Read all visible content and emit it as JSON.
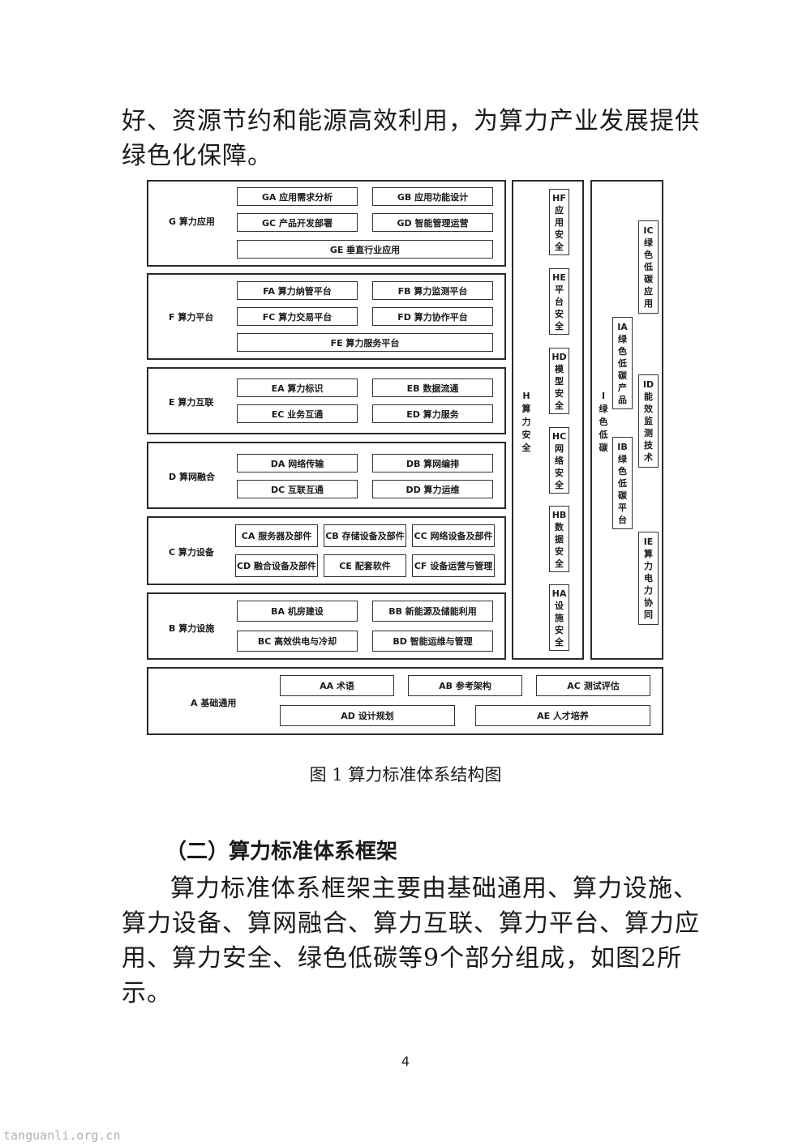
{
  "intro_text": "好、资源节约和能源高效利用，为算力产业发展提供绿色化保障。",
  "diagram": {
    "layers": {
      "G": {
        "label": "G 算力应用",
        "items": [
          "GA 应用需求分析",
          "GB 应用功能设计",
          "GC 产品开发部署",
          "GD 智能管理运营",
          "GE 垂直行业应用"
        ]
      },
      "F": {
        "label": "F 算力平台",
        "items": [
          "FA 算力纳管平台",
          "FB 算力监测平台",
          "FC 算力交易平台",
          "FD 算力协作平台",
          "FE 算力服务平台"
        ]
      },
      "E": {
        "label": "E 算力互联",
        "items": [
          "EA 算力标识",
          "EB 数据流通",
          "EC 业务互通",
          "ED 算力服务"
        ]
      },
      "D": {
        "label": "D 算网融合",
        "items": [
          "DA 网络传输",
          "DB 算网编排",
          "DC 互联互通",
          "DD 算力运维"
        ]
      },
      "C": {
        "label": "C 算力设备",
        "items": [
          "CA 服务器及部件",
          "CB 存储设备及部件",
          "CC 网络设备及部件",
          "CD 融合设备及部件",
          "CE 配套软件",
          "CF 设备运营与管理"
        ]
      },
      "B": {
        "label": "B 算力设施",
        "items": [
          "BA 机房建设",
          "BB 新能源及储能利用",
          "BC 高效供电与冷却",
          "BD 智能运维与管理"
        ]
      },
      "A": {
        "label": "A 基础通用",
        "items": [
          "AA 术语",
          "AB 参考架构",
          "AC 测试评估",
          "AD 设计规划",
          "AE 人才培养"
        ]
      }
    },
    "security": {
      "code": "H",
      "label": "算力安全",
      "items": [
        {
          "code": "HF",
          "text": "应用安全"
        },
        {
          "code": "HE",
          "text": "平台安全"
        },
        {
          "code": "HD",
          "text": "模型安全"
        },
        {
          "code": "HC",
          "text": "网络安全"
        },
        {
          "code": "HB",
          "text": "数据安全"
        },
        {
          "code": "HA",
          "text": "设施安全"
        }
      ]
    },
    "green": {
      "code": "I",
      "label": "绿色低碳",
      "items": [
        {
          "code": "IC",
          "text": "绿色低碳应用"
        },
        {
          "code": "IA",
          "text": "绿色低碳产品"
        },
        {
          "code": "ID",
          "text": "能效监测技术"
        },
        {
          "code": "IB",
          "text": "绿色低碳平台"
        },
        {
          "code": "IE",
          "text": "算力电力协同"
        }
      ]
    }
  },
  "caption": "图 1  算力标准体系结构图",
  "section_heading": "（二）算力标准体系框架",
  "body_text": "算力标准体系框架主要由基础通用、算力设施、算力设备、算网融合、算力互联、算力平台、算力应用、算力安全、绿色低碳等9个部分组成，如图2所示。",
  "page_number": "4",
  "watermark": "tanguanli.org.cn"
}
